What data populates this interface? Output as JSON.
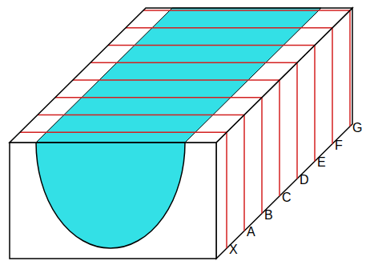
{
  "diagram": {
    "labels": [
      "X",
      "A",
      "B",
      "C",
      "D",
      "E",
      "F",
      "G"
    ]
  }
}
